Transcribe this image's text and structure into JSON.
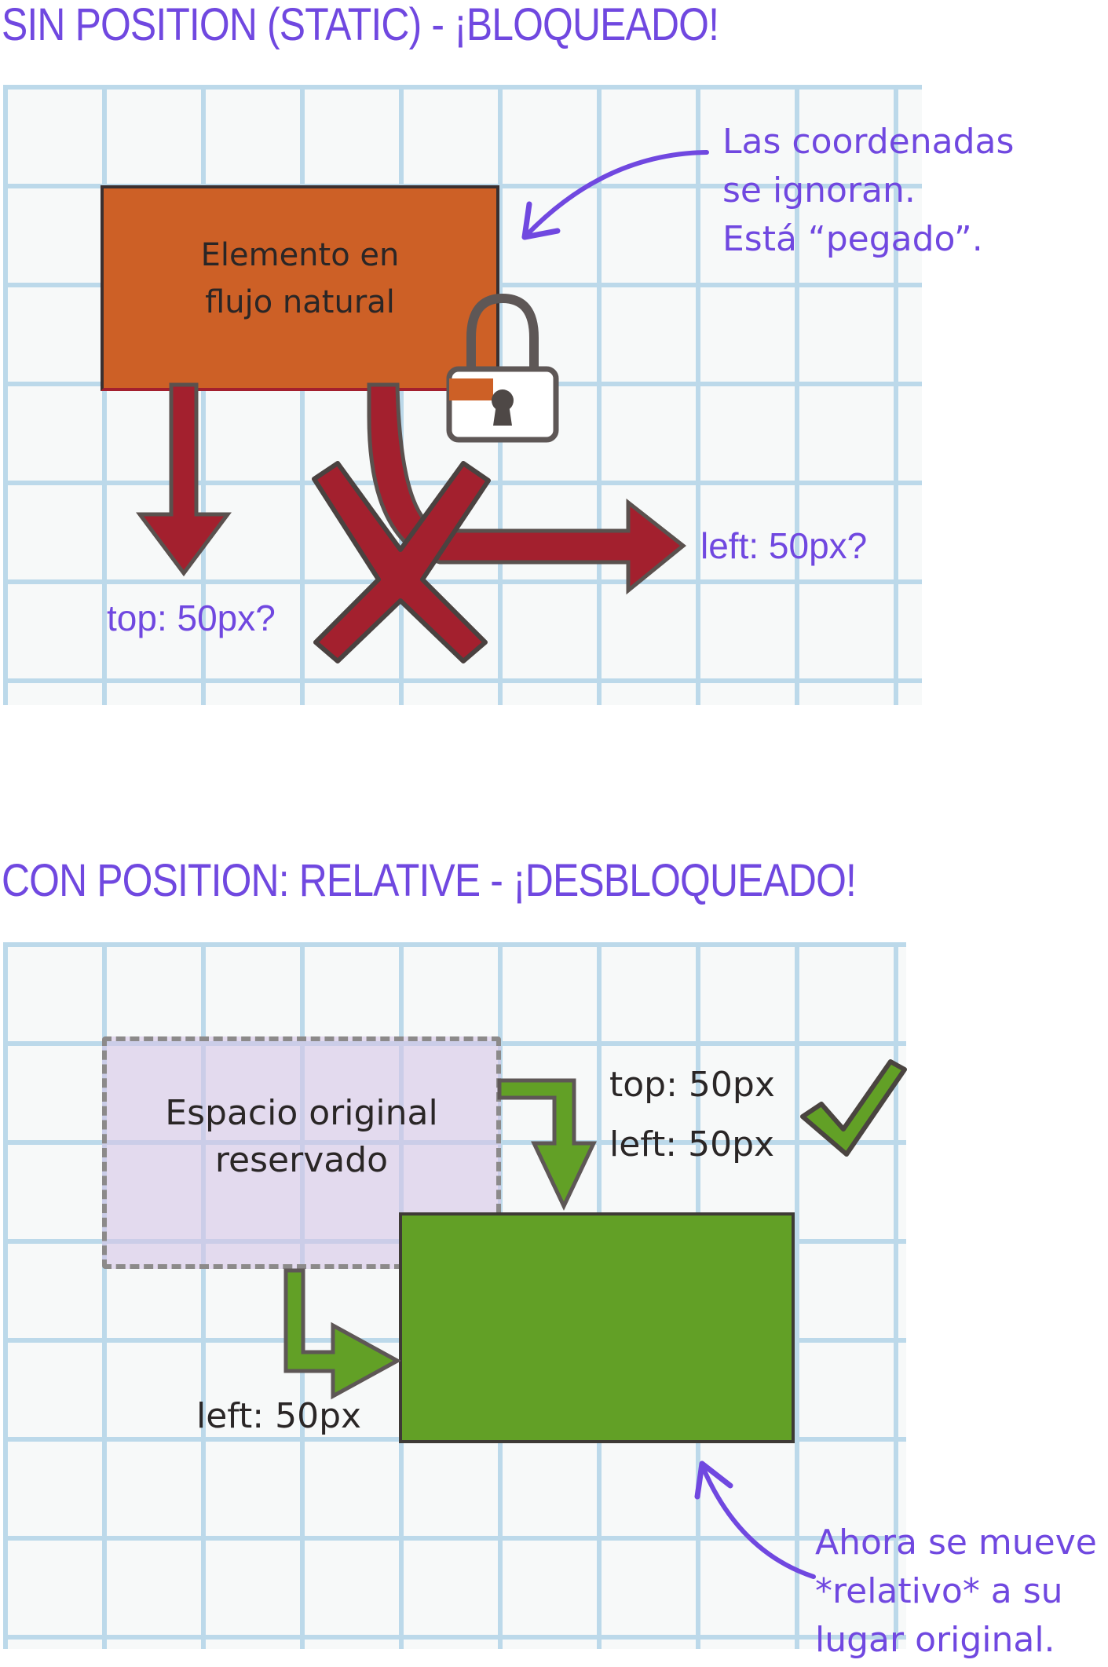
{
  "panels": [
    {
      "title": "SIN POSITION (STATIC) - ¡BLOQUEADO!",
      "box_label_line1": "Elemento en",
      "box_label_line2": "flujo natural",
      "annotation_lines": [
        "Las coordenadas",
        "se ignoran.",
        "Está “pegado”."
      ],
      "top_label": "top: 50px?",
      "left_label": "left: 50px?",
      "icons": [
        "lock-icon",
        "cross-icon",
        "arrow-down-icon",
        "arrow-right-icon"
      ],
      "colors": {
        "box": "#cd6026",
        "arrows": "#a3202e",
        "text_accent": "#7048e0"
      }
    },
    {
      "title": "CON POSITION: RELATIVE - ¡DESBLOQUEADO!",
      "reserved_label_line1": "Espacio original",
      "reserved_label_line2": "reservado",
      "offset_top_label": "top: 50px",
      "offset_left_label": "left: 50px",
      "bottom_left_label": "left: 50px",
      "annotation_lines": [
        "Ahora se mueve",
        "*relativo* a su",
        "lugar original."
      ],
      "icons": [
        "checkmark-icon",
        "arrow-down-icon",
        "arrow-right-icon"
      ],
      "colors": {
        "moved_box": "#62a026",
        "reserved_box": "#e6daee",
        "text_accent": "#7048e0"
      }
    }
  ]
}
